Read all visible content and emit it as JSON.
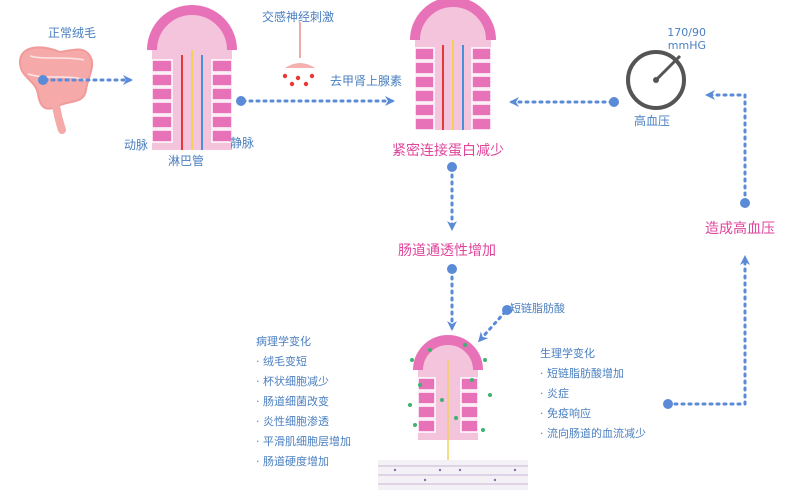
{
  "labels": {
    "normal_villi": "正常绒毛",
    "sympathetic": "交感神经刺激",
    "norepinephrine": "去甲肾上腺素",
    "artery": "动脉",
    "lymph": "淋巴管",
    "vein": "静脉",
    "tight_junction": "紧密连接蛋白减少",
    "permeability": "肠道通透性增加",
    "hypertension": "高血压",
    "cause_hypertension": "造成高血压",
    "scfa": "短链脂肪酸",
    "bp_top": "170/90",
    "bp_unit": "mmHG"
  },
  "pathology": {
    "title": "病理学变化",
    "items": [
      "绒毛变短",
      "杯状细胞减少",
      "肠道细菌改变",
      "炎性细胞渗透",
      "平滑肌细胞层增加",
      "肠道硬度增加"
    ]
  },
  "physiology": {
    "title": "生理学变化",
    "items": [
      "短链脂肪酸增加",
      "炎症",
      "免疫响应",
      "流向肠道的血流减少"
    ]
  },
  "colors": {
    "arrow": "#5b8ad6",
    "pink_text": "#e0459b",
    "blue_text": "#4a7fc0",
    "villus_pink": "#e872b8",
    "villus_light": "#f4c4dc",
    "intestine": "#f5a9a9"
  }
}
